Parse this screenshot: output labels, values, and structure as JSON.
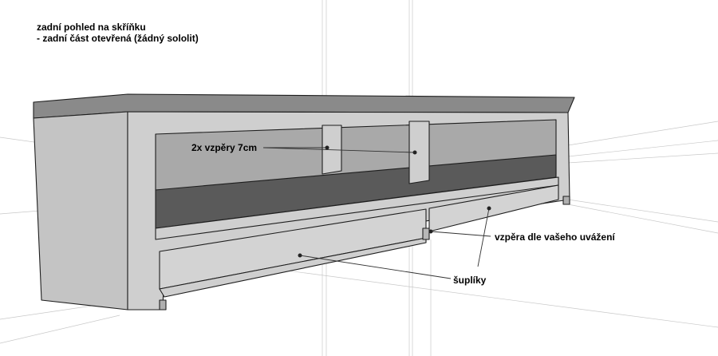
{
  "title": {
    "line1": "zadní pohled na skříňku",
    "line2": "- zadní část otevřená (žádný sololit)"
  },
  "callouts": {
    "spacers": "2x vzpěry 7cm",
    "support": "vzpěra dle vašeho uvážení",
    "drawers": "šuplíky"
  },
  "colors": {
    "top_face": "#8a8a8a",
    "front_face": "#cfcfcf",
    "side_face": "#c4c4c4",
    "interior": "#a9a9a9",
    "shelf": "#5a5a5a",
    "drawer": "#d3d3d3",
    "edge": "#1e1e1e",
    "guide": "#c8c8c8"
  }
}
